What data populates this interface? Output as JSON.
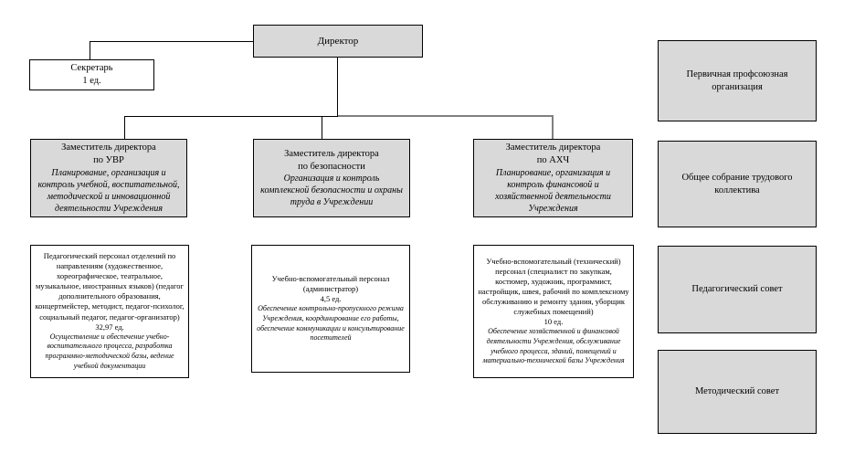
{
  "org": {
    "director": {
      "label": "Директор"
    },
    "secretary": {
      "title": "Секретарь",
      "count": "1 ед."
    },
    "deputies": [
      {
        "title1": "Заместитель директора",
        "title2": "по УВР",
        "desc": "Планирование, организация и контроль учебной, воспитательной, методической и инновационной деятельности Учреждения"
      },
      {
        "title1": "Заместитель директора",
        "title2": "по безопасности",
        "desc": "Организация и контроль комплексной безопасности и охраны труда в Учреждении"
      },
      {
        "title1": "Заместитель директора",
        "title2": "по АХЧ",
        "desc": "Планирование, организация и контроль финансовой и хозяйственной деятельности Учреждения"
      }
    ],
    "staff": [
      {
        "main": "Педагогический персонал отделений по направлениям (художественное, хореографическое, театральное, музыкальное, иностранных языков) (педагог дополнительного образования, концертмейстер, методист, педагог-психолог, социальный педагог, педагог-организатор)",
        "count": "32,97 ед.",
        "desc": "Осуществление и обеспечение учебно-воспитательного процесса, разработка программно-методической базы, ведение учебной документации"
      },
      {
        "main": "Учебно-вспомогательный персонал (администратор)",
        "count": "4,5 ед.",
        "desc": "Обеспечение контрольно-пропускного режима Учреждения, координирование его работы, обеспечение коммуникации и консультирование посетителей"
      },
      {
        "main": "Учебно-вспомогательный (технический) персонал (специалист по закупкам, костюмер, художник, программист, настройщик, швея, рабочий по комплексному обслуживанию и ремонту здания, уборщик служебных помещений)",
        "count": "10 ед.",
        "desc": "Обеспечение хозяйственной и финансовой деятельности Учреждения, обслуживание учебного процесса, зданий, помещений и материально-технической базы Учреждения"
      }
    ],
    "governance": [
      {
        "label": "Первичная профсоюзная организация"
      },
      {
        "label": "Общее собрание трудового коллектива"
      },
      {
        "label": "Педагогический совет"
      },
      {
        "label": "Методический совет"
      }
    ],
    "colors": {
      "node_fill": "#d9d9d9",
      "node_border": "#000000",
      "connector": "#000000",
      "connector_gray": "#808080"
    }
  }
}
